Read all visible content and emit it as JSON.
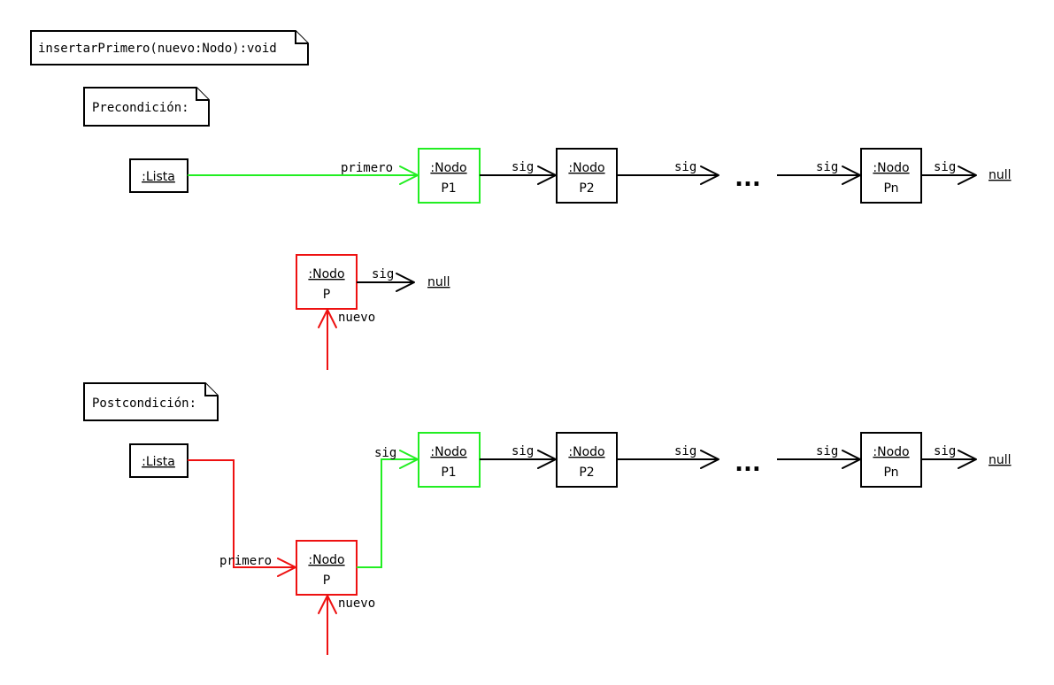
{
  "colors": {
    "black": "#000000",
    "green": "#22ee22",
    "red": "#ee1111"
  },
  "notes": {
    "signature": "insertarPrimero(nuevo:Nodo):void",
    "precondition": "Precondición:",
    "postcondition": "Postcondición:"
  },
  "precondition": {
    "lista": {
      "label": ":Lista"
    },
    "primero_label": "primero",
    "nodes": [
      {
        "type": ":Nodo",
        "name": "P1",
        "color": "green"
      },
      {
        "type": ":Nodo",
        "name": "P2",
        "color": "black"
      },
      {
        "type": ":Nodo",
        "name": "Pn",
        "color": "black"
      }
    ],
    "sig_labels": [
      "sig",
      "sig",
      "sig",
      "sig"
    ],
    "ellipsis": "...",
    "null_label": "null",
    "new_node": {
      "type": ":Nodo",
      "name": "P",
      "color": "red"
    },
    "new_node_sig": "sig",
    "new_node_null": "null",
    "nuevo_label": "nuevo"
  },
  "postcondition": {
    "lista": {
      "label": ":Lista"
    },
    "primero_label": "primero",
    "new_node": {
      "type": ":Nodo",
      "name": "P",
      "color": "red"
    },
    "new_node_sig": "sig",
    "nuevo_label": "nuevo",
    "nodes": [
      {
        "type": ":Nodo",
        "name": "P1",
        "color": "green"
      },
      {
        "type": ":Nodo",
        "name": "P2",
        "color": "black"
      },
      {
        "type": ":Nodo",
        "name": "Pn",
        "color": "black"
      }
    ],
    "sig_labels": [
      "sig",
      "sig",
      "sig",
      "sig"
    ],
    "ellipsis": "...",
    "null_label": "null"
  }
}
